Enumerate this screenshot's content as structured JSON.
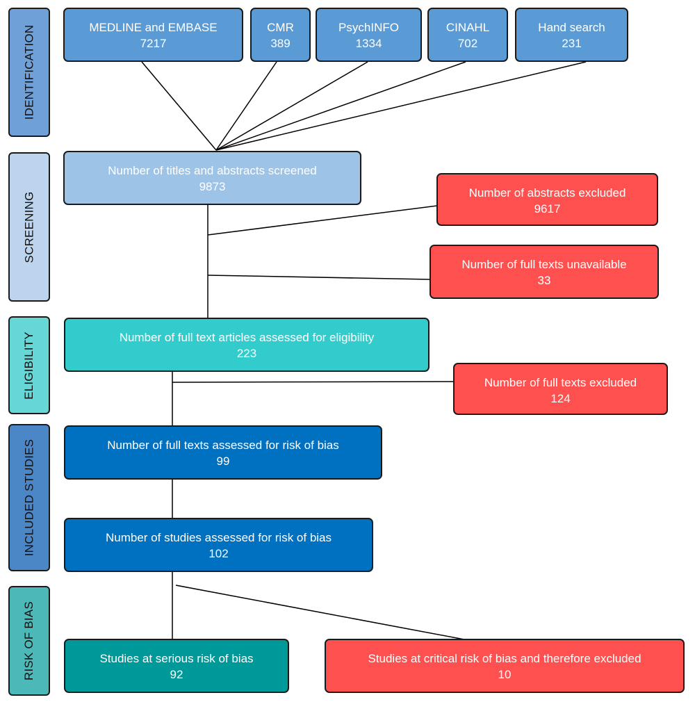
{
  "stages": [
    {
      "label": "IDENTIFICATION",
      "color": "#6fa0d8"
    },
    {
      "label": "SCREENING",
      "color": "#bdd4ee"
    },
    {
      "label": "ELIGIBILITY",
      "color": "#66d6d6"
    },
    {
      "label": "INCLUDED STUDIES",
      "color": "#4b86c6"
    },
    {
      "label": "RISK OF BIAS",
      "color": "#4db8b8"
    }
  ],
  "sources": [
    {
      "label": "MEDLINE and EMBASE",
      "count": "7217"
    },
    {
      "label": "CMR",
      "count": "389"
    },
    {
      "label": "PsychINFO",
      "count": "1334"
    },
    {
      "label": "CINAHL",
      "count": "702"
    },
    {
      "label": "Hand search",
      "count": "231"
    }
  ],
  "screened": {
    "label": "Number of titles and abstracts screened",
    "count": "9873"
  },
  "abstracts_excluded": {
    "label": "Number of abstracts excluded",
    "count": "9617"
  },
  "full_texts_unavailable": {
    "label": "Number of full texts unavailable",
    "count": "33"
  },
  "eligibility": {
    "label": "Number of full text articles assessed for eligibility",
    "count": "223"
  },
  "full_texts_excluded": {
    "label": "Number of full texts excluded",
    "count": "124"
  },
  "full_texts_rob": {
    "label": "Number of full texts assessed for risk of bias",
    "count": "99"
  },
  "studies_rob": {
    "label": "Number of studies assessed for risk of bias",
    "count": "102"
  },
  "serious_rob": {
    "label": "Studies at serious risk of bias",
    "count": "92"
  },
  "critical_rob": {
    "label": "Studies at critical risk of bias and therefore excluded",
    "count": "10"
  }
}
